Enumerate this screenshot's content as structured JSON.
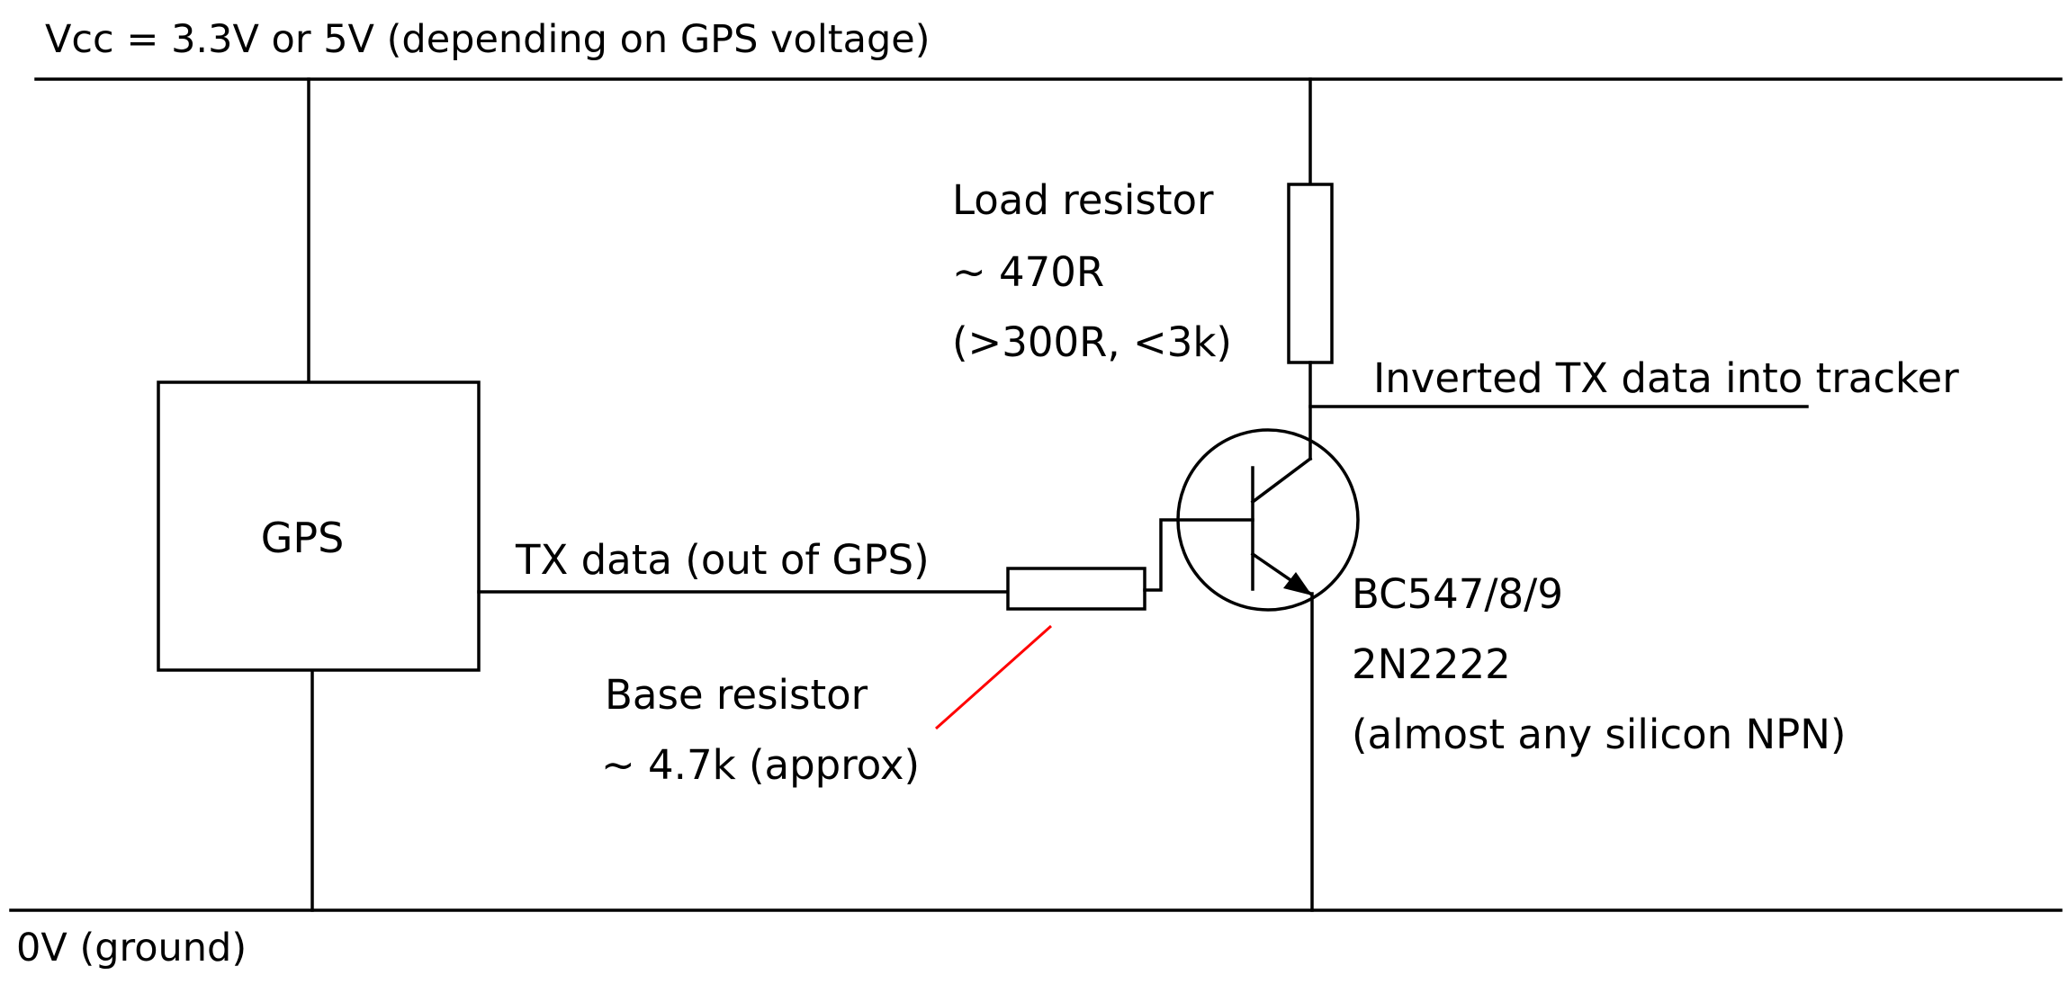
{
  "colors": {
    "background": "#ffffff",
    "ink": "#000000",
    "pointer": "#ff0000"
  },
  "rails": {
    "vcc_label": "Vcc = 3.3V or 5V (depending on GPS voltage)",
    "ground_label": "0V (ground)"
  },
  "gps": {
    "label": "GPS"
  },
  "signal": {
    "tx_label": "TX data (out of GPS)",
    "output_label": "Inverted TX data into tracker"
  },
  "load_resistor": {
    "lines": [
      "Load resistor",
      "~ 470R",
      "(>300R, <3k)"
    ]
  },
  "base_resistor": {
    "lines": [
      "Base resistor",
      "~ 4.7k (approx)"
    ]
  },
  "transistor": {
    "lines": [
      "BC547/8/9",
      "2N2222",
      "(almost any silicon NPN)"
    ]
  }
}
